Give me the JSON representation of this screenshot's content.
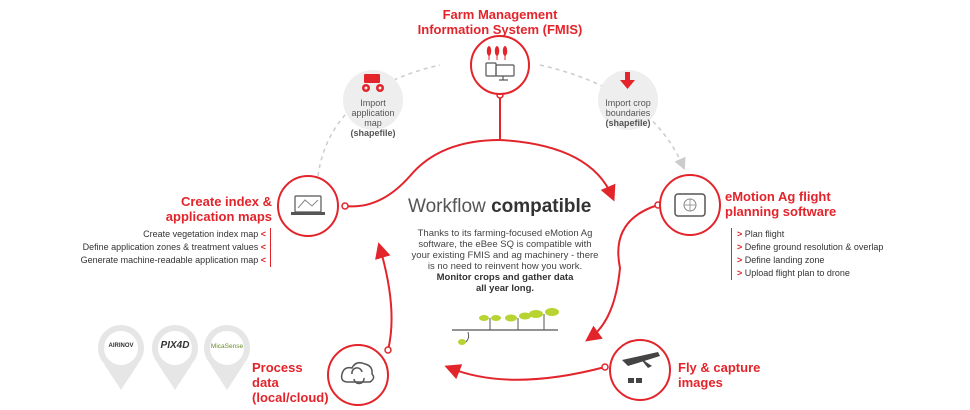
{
  "diagram": {
    "center": {
      "title_regular": "Workflow ",
      "title_bold": "compatible",
      "body_lines": [
        "Thanks to its farming-focused eMotion Ag",
        "software, the eBee SQ is compatible with",
        "your existing FMIS and ag machinery - there",
        "is no need to reinvent how you work."
      ],
      "bold_lines": [
        "Monitor crops and gather data",
        "all year long."
      ]
    },
    "fmis": {
      "title_line1": "Farm Management",
      "title_line2": "Information System (FMIS)"
    },
    "import_map": {
      "line1": "Import",
      "line2": "application map",
      "line3": "(shapefile)"
    },
    "import_crop": {
      "line1": "Import crop",
      "line2": "boundaries",
      "line3": "(shapefile)"
    },
    "create_index": {
      "title_line1": "Create index &",
      "title_line2": "application maps",
      "items": [
        "Create vegetation index map",
        "Define application zones & treatment values",
        "Generate machine-readable application map"
      ]
    },
    "emotion": {
      "title_line1": "eMotion Ag flight",
      "title_line2": "planning software",
      "items": [
        "Plan flight",
        "Define ground resolution & overlap",
        "Define landing zone",
        "Upload flight plan to drone"
      ]
    },
    "process": {
      "title_line1": "Process data",
      "title_line2": "(local/cloud)"
    },
    "fly": {
      "title_line1": "Fly & capture",
      "title_line2": "images"
    },
    "logos": [
      "AIRINOV",
      "PIX4D",
      "MicaSense"
    ],
    "chevron": "<",
    "chevron_right": ">",
    "accent_color": "#e3242b"
  }
}
